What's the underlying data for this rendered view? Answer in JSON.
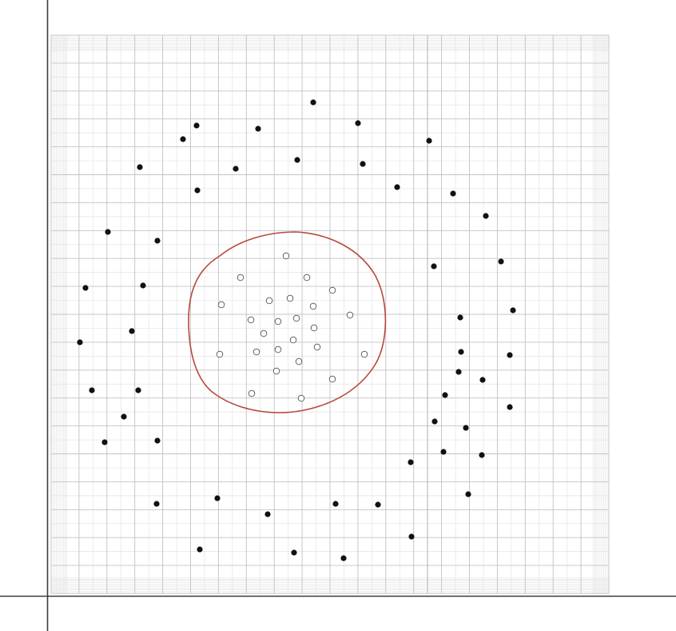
{
  "colors": {
    "background": "#ffffff",
    "grid_major": "#c4c4c4",
    "grid_minor": "#e3e3e3",
    "axis_line": "#3a3a3a",
    "boundary_curve": "#b9483c",
    "filled_point": "#111111",
    "hollow_point_stroke": "#555555"
  },
  "chart_data": {
    "type": "scatter",
    "grid": true,
    "series": [
      {
        "marker": "filled",
        "points": [
          [
            392,
            128
          ],
          [
            246,
            157
          ],
          [
            229,
            174
          ],
          [
            323,
            161
          ],
          [
            448,
            154
          ],
          [
            537,
            176
          ],
          [
            175,
            209
          ],
          [
            295,
            211
          ],
          [
            372,
            200
          ],
          [
            454,
            205
          ],
          [
            247,
            238
          ],
          [
            497,
            234
          ],
          [
            567,
            242
          ],
          [
            608,
            270
          ],
          [
            135,
            290
          ],
          [
            197,
            301
          ],
          [
            543,
            333
          ],
          [
            627,
            327
          ],
          [
            107,
            360
          ],
          [
            179,
            357
          ],
          [
            642,
            388
          ],
          [
            576,
            397
          ],
          [
            165,
            414
          ],
          [
            100,
            428
          ],
          [
            577,
            440
          ],
          [
            638,
            444
          ],
          [
            574,
            465
          ],
          [
            604,
            475
          ],
          [
            115,
            488
          ],
          [
            173,
            488
          ],
          [
            557,
            494
          ],
          [
            638,
            509
          ],
          [
            155,
            521
          ],
          [
            544,
            527
          ],
          [
            583,
            535
          ],
          [
            131,
            553
          ],
          [
            197,
            551
          ],
          [
            555,
            565
          ],
          [
            603,
            569
          ],
          [
            514,
            578
          ],
          [
            586,
            618
          ],
          [
            196,
            630
          ],
          [
            272,
            623
          ],
          [
            335,
            643
          ],
          [
            420,
            630
          ],
          [
            473,
            631
          ],
          [
            515,
            671
          ],
          [
            250,
            687
          ],
          [
            368,
            691
          ],
          [
            430,
            698
          ]
        ]
      },
      {
        "marker": "hollow",
        "points": [
          [
            358,
            320
          ],
          [
            301,
            347
          ],
          [
            384,
            347
          ],
          [
            416,
            363
          ],
          [
            277,
            381
          ],
          [
            337,
            376
          ],
          [
            363,
            373
          ],
          [
            392,
            383
          ],
          [
            438,
            394
          ],
          [
            314,
            400
          ],
          [
            348,
            402
          ],
          [
            371,
            398
          ],
          [
            393,
            410
          ],
          [
            330,
            417
          ],
          [
            367,
            425
          ],
          [
            275,
            443
          ],
          [
            321,
            440
          ],
          [
            348,
            437
          ],
          [
            397,
            434
          ],
          [
            456,
            443
          ],
          [
            374,
            452
          ],
          [
            346,
            464
          ],
          [
            416,
            474
          ],
          [
            315,
            492
          ],
          [
            377,
            498
          ]
        ]
      }
    ]
  }
}
